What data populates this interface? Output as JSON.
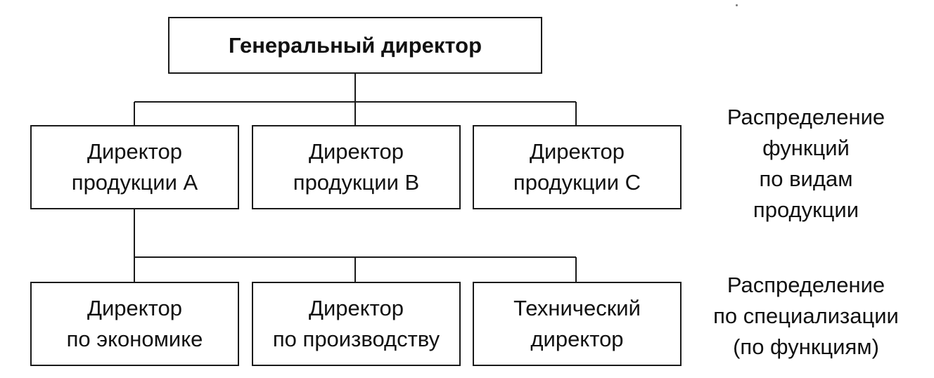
{
  "diagram": {
    "root": {
      "text": "Генеральный директор"
    },
    "product_level": [
      {
        "text": "Директор\nпродукции A"
      },
      {
        "text": "Директор\nпродукции B"
      },
      {
        "text": "Директор\nпродукции C"
      }
    ],
    "functional_level": [
      {
        "text": "Директор\nпо экономике"
      },
      {
        "text": "Директор\nпо производству"
      },
      {
        "text": "Технический\nдиректор"
      }
    ],
    "side_labels": [
      {
        "text": "Распределение\nфункций\nпо видам\nпродукции"
      },
      {
        "text": "Распределение\nпо специализации\n(по функциям)"
      }
    ]
  }
}
